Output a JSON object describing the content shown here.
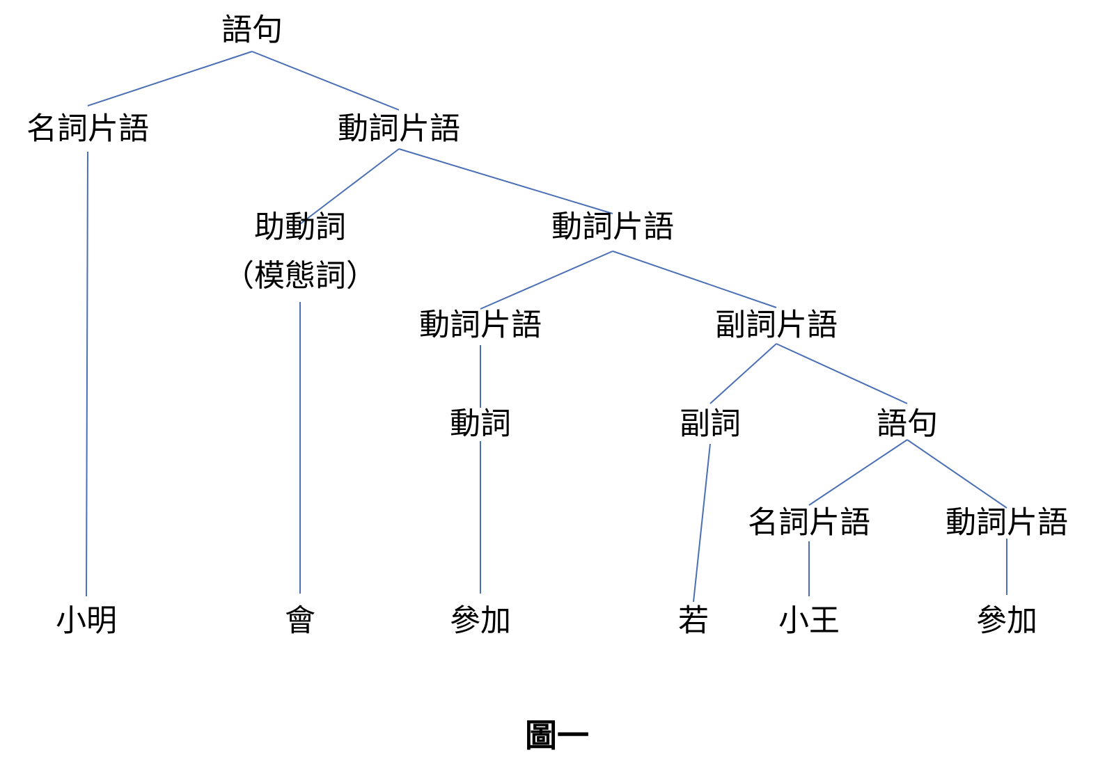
{
  "diagram": {
    "edge_color": "#4a6fb5",
    "caption": "圖一",
    "nodes": [
      {
        "id": "n0",
        "label": "語句"
      },
      {
        "id": "n1",
        "label": "名詞片語"
      },
      {
        "id": "n2",
        "label": "動詞片語"
      },
      {
        "id": "n3",
        "label": "小明"
      },
      {
        "id": "n4",
        "label": "助動詞",
        "sublabel": "（模態詞）"
      },
      {
        "id": "n5",
        "label": "動詞片語"
      },
      {
        "id": "n6",
        "label": "會"
      },
      {
        "id": "n7",
        "label": "動詞片語"
      },
      {
        "id": "n8",
        "label": "副詞片語"
      },
      {
        "id": "n9",
        "label": "動詞"
      },
      {
        "id": "n10",
        "label": "參加"
      },
      {
        "id": "n11",
        "label": "副詞"
      },
      {
        "id": "n12",
        "label": "語句"
      },
      {
        "id": "n13",
        "label": "若"
      },
      {
        "id": "n14",
        "label": "名詞片語"
      },
      {
        "id": "n15",
        "label": "動詞片語"
      },
      {
        "id": "n16",
        "label": "小王"
      },
      {
        "id": "n17",
        "label": "參加"
      }
    ],
    "edges": [
      [
        "n0",
        "n1"
      ],
      [
        "n0",
        "n2"
      ],
      [
        "n1",
        "n3"
      ],
      [
        "n2",
        "n4"
      ],
      [
        "n2",
        "n5"
      ],
      [
        "n4",
        "n6"
      ],
      [
        "n5",
        "n7"
      ],
      [
        "n5",
        "n8"
      ],
      [
        "n7",
        "n9"
      ],
      [
        "n9",
        "n10"
      ],
      [
        "n8",
        "n11"
      ],
      [
        "n8",
        "n12"
      ],
      [
        "n11",
        "n13"
      ],
      [
        "n12",
        "n14"
      ],
      [
        "n12",
        "n15"
      ],
      [
        "n14",
        "n16"
      ],
      [
        "n15",
        "n17"
      ]
    ]
  }
}
